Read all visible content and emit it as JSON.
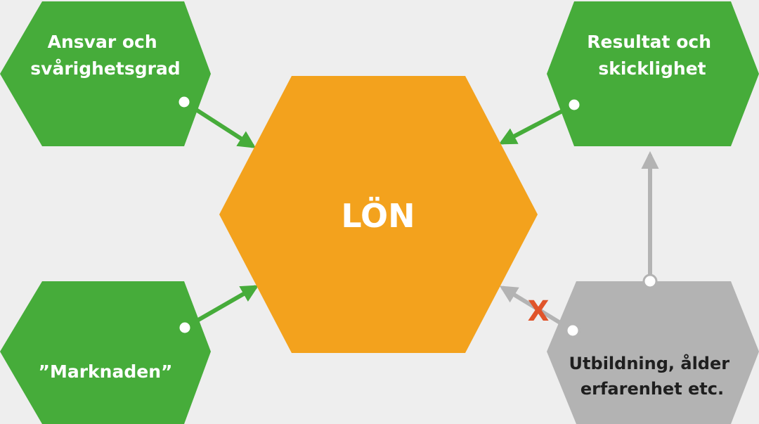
{
  "diagram": {
    "center": {
      "label": "LÖN"
    },
    "nodes": [
      {
        "id": "ansvar",
        "lines": [
          "Ansvar och",
          "svårighetsgrad"
        ]
      },
      {
        "id": "resultat",
        "lines": [
          "Resultat och",
          "skicklighet"
        ]
      },
      {
        "id": "marknaden",
        "lines": [
          "”Marknaden”"
        ]
      },
      {
        "id": "utbildning",
        "lines": [
          "Utbildning, ålder",
          "erfarenhet etc."
        ]
      }
    ],
    "blocked_marker": "X"
  },
  "colors": {
    "background": "#eeeeee",
    "center": "#f3a21d",
    "positive": "#46ac3a",
    "neutral": "#b3b3b3",
    "blocked": "#e0542a",
    "text_light": "#ffffff",
    "text_dark": "#1f1f1f"
  }
}
